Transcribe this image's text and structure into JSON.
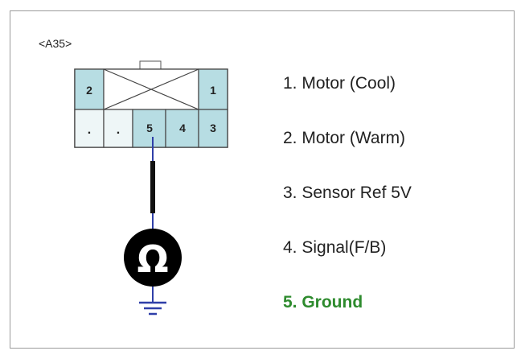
{
  "connector": {
    "id": "<A35>"
  },
  "pins_top": {
    "left": "2",
    "right": "1"
  },
  "pins_bottom": [
    ".",
    ".",
    "5",
    "4",
    "3"
  ],
  "meter_symbol": "Ω",
  "pin_list": [
    {
      "label": "1. Motor (Cool)",
      "highlight": false
    },
    {
      "label": "2. Motor (Warm)",
      "highlight": false
    },
    {
      "label": "3. Sensor Ref 5V",
      "highlight": false
    },
    {
      "label": "4. Signal(F/B)",
      "highlight": false
    },
    {
      "label": "5. Ground",
      "highlight": true
    }
  ],
  "colors": {
    "pin_fill": "#b7dde3",
    "blank_fill": "#eef6f7",
    "highlight_text": "#2e8b2e",
    "ground_wire": "#2f3fa8"
  }
}
